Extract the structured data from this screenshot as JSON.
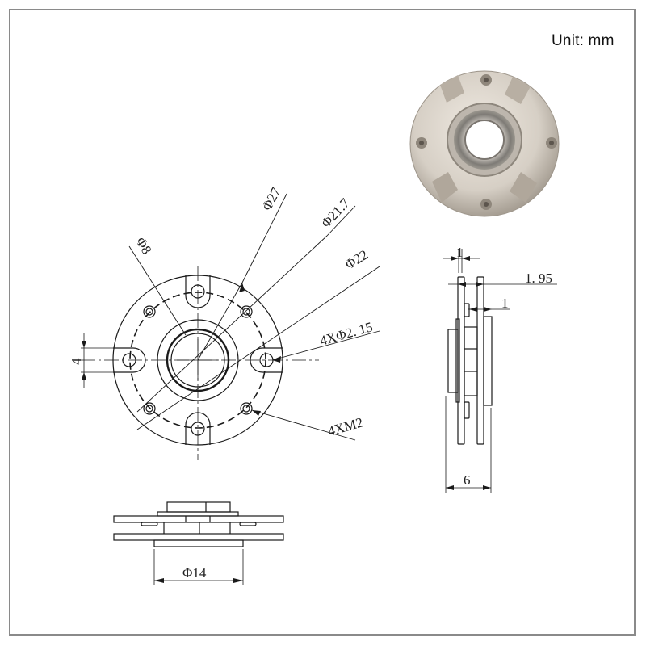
{
  "header": {
    "unit_label": "Unit:  mm"
  },
  "photo": {
    "subject": "flange-bearing-product-photo",
    "colors": {
      "body": "#d9d2c8",
      "shadow": "#a39a8e",
      "bore": "#ffffff",
      "bearing": "#8d8c88"
    }
  },
  "front_view": {
    "dimensions": {
      "d8": "Φ8",
      "d27": "Φ27",
      "d21_7": "Φ21.7",
      "d22": "Φ22",
      "holes": "4XΦ2. 15",
      "threads": "4XM2",
      "slot_width": "4"
    }
  },
  "side_view": {
    "dimensions": {
      "plate_gap": "1",
      "thickness_1_95": "1. 95",
      "offset_1": "1",
      "total_width": "6"
    }
  },
  "bottom_view": {
    "dimensions": {
      "d14": "Φ14"
    }
  },
  "colors": {
    "line": "#1a1a1a",
    "frame": "#8a8a8a",
    "background": "#ffffff"
  }
}
